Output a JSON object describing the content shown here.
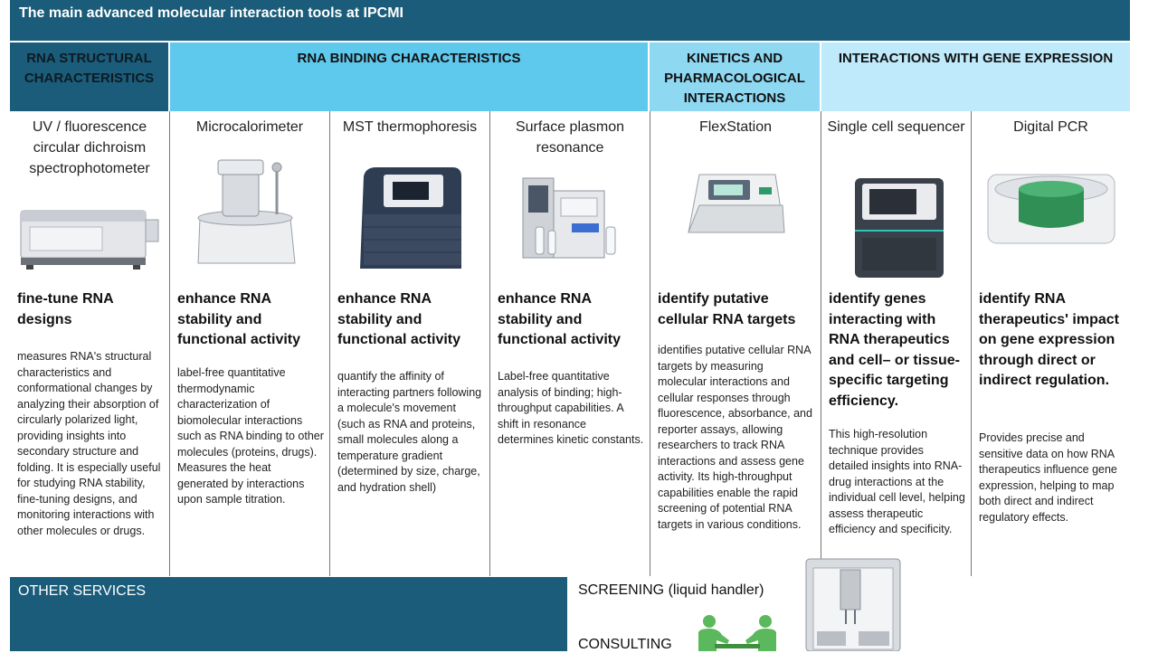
{
  "title": "The main advanced molecular interaction tools at IPCMI",
  "categories": {
    "rna_structural": "RNA STRUCTURAL CHARACTERISTICS",
    "rna_binding": "RNA BINDING CHARACTERISTICS",
    "kinetics": "KINETICS AND PHARMACOLOGICAL INTERACTIONS",
    "gene_expression": "INTERACTIONS WITH GENE EXPRESSION"
  },
  "instruments": [
    {
      "name": "UV / fluorescence circular dichroism spectrophotometer",
      "headline": "fine-tune RNA designs",
      "description": "measures RNA's structural characteristics and conformational changes by analyzing their absorption of circularly polarized light, providing insights into secondary structure and folding. It is especially useful for studying RNA stability, fine-tuning designs, and monitoring interactions with other molecules or drugs."
    },
    {
      "name": "Microcalorimeter",
      "headline": "enhance RNA stability and functional activity",
      "description": "label-free quantitative thermodynamic characterization of biomolecular interactions such as RNA binding to other molecules (proteins, drugs). Measures the heat generated by interactions upon sample titration."
    },
    {
      "name": "MST thermophoresis",
      "headline": "enhance RNA stability and functional activity",
      "description": "quantify the affinity of interacting partners following a molecule's movement (such as RNA and proteins, small molecules along a temperature gradient (determined by size, charge, and hydration shell)"
    },
    {
      "name": "Surface plasmon resonance",
      "headline": "enhance RNA stability and functional activity",
      "description": "Label-free quantitative analysis of binding; high-throughput capabilities. A shift in resonance determines kinetic constants."
    },
    {
      "name": "FlexStation",
      "headline": "identify putative cellular RNA targets",
      "description": "identifies putative cellular RNA targets by measuring molecular interactions and cellular responses through fluorescence, absorbance, and reporter assays, allowing researchers to track RNA interactions and assess gene activity. Its high-throughput capabilities enable the rapid screening of potential RNA targets in various conditions."
    },
    {
      "name": "Single cell sequencer",
      "headline": "identify genes interacting with RNA therapeutics and cell– or tissue-specific targeting efficiency.",
      "description": "This high-resolution technique provides detailed insights into RNA-drug interactions at the individual cell level, helping assess therapeutic efficiency and specificity."
    },
    {
      "name": "Digital PCR",
      "headline": "identify RNA therapeutics' impact on gene expression through direct or indirect regulation.",
      "description": "Provides precise and sensitive data on how RNA therapeutics influence gene expression, helping to map both direct and indirect regulatory effects."
    }
  ],
  "other_services": {
    "label": "OTHER SERVICES",
    "screening": "SCREENING (liquid handler)",
    "consulting": "CONSULTING"
  },
  "colors": {
    "dark_teal": "#1a5c7a",
    "mid_blue": "#5fc8ed",
    "light_blue": "#8ed8f2",
    "pale_blue": "#bfeafb"
  }
}
